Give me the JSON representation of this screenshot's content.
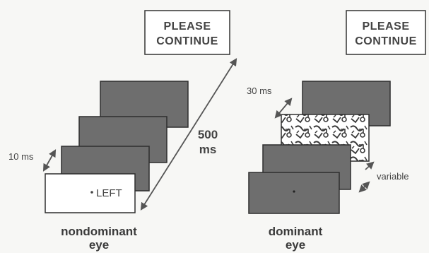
{
  "left_panel": {
    "prompt_box": {
      "line1": "PLEASE",
      "line2": "CONTINUE"
    },
    "interval_short": "10 ms",
    "interval_long": {
      "value": "500",
      "unit": "ms"
    },
    "target_text": "LEFT",
    "caption": {
      "line1": "nondominant",
      "line2": "eye"
    }
  },
  "right_panel": {
    "prompt_box": {
      "line1": "PLEASE",
      "line2": "CONTINUE"
    },
    "interval_short": "30 ms",
    "interval_variable": "variable",
    "caption": {
      "line1": "dominant",
      "line2": "eye"
    }
  }
}
